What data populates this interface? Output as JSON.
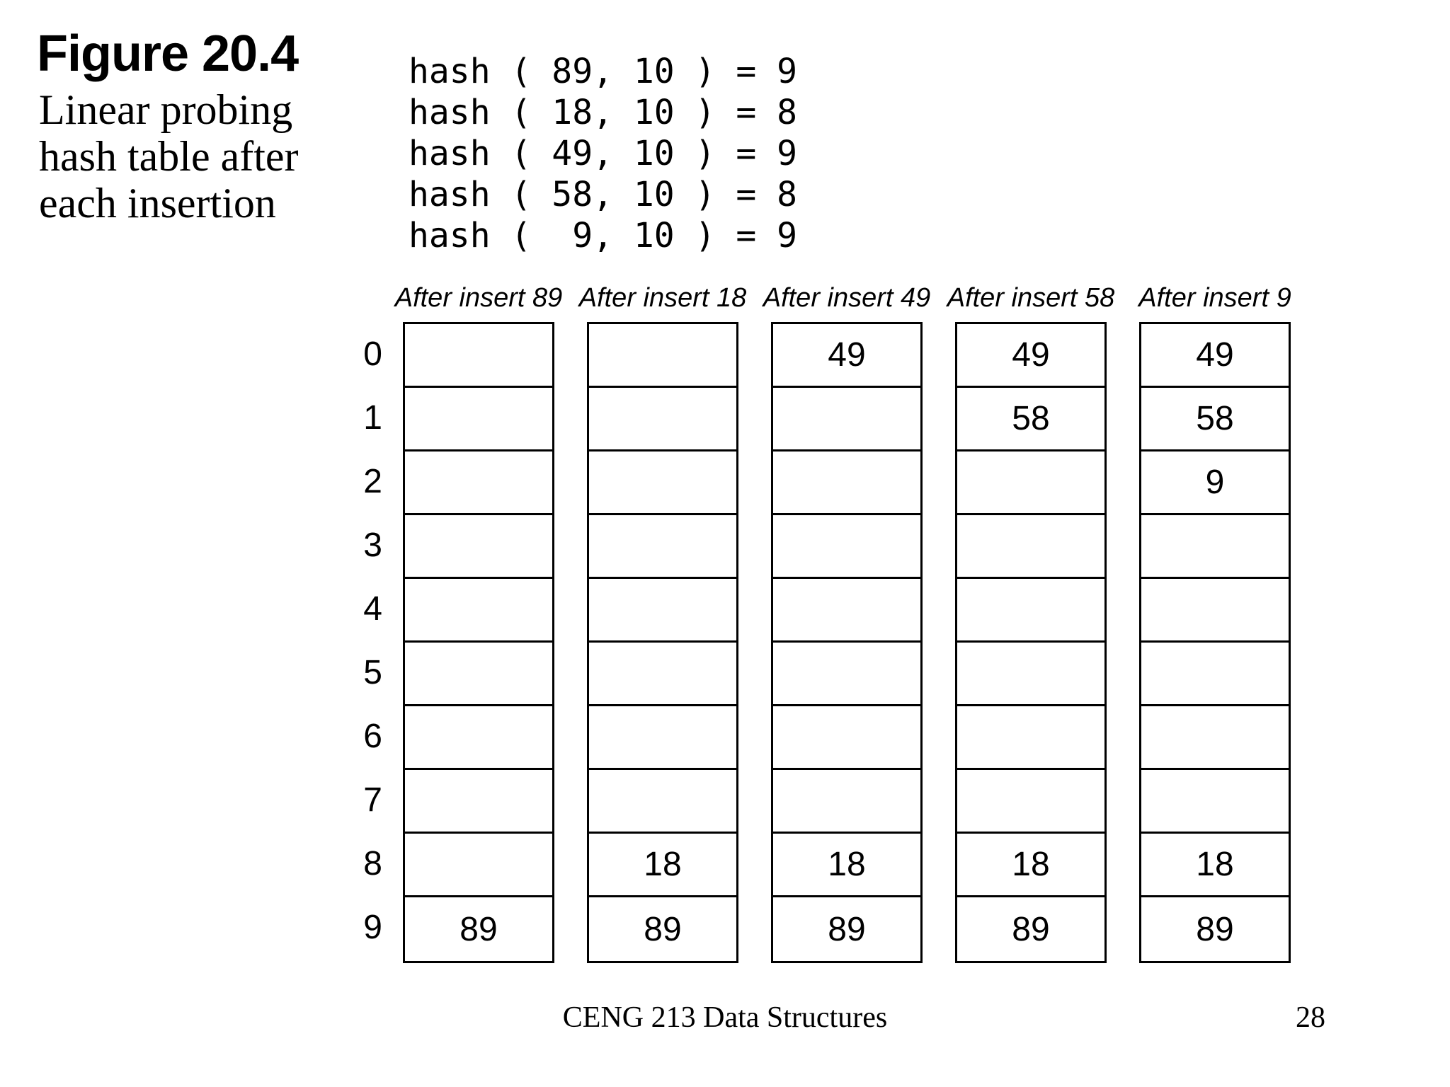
{
  "figure": {
    "title": "Figure 20.4",
    "caption_lines": [
      "Linear probing",
      "hash table after",
      "each insertion"
    ]
  },
  "hash_computations": [
    "hash ( 89, 10 ) = 9",
    "hash ( 18, 10 ) = 8",
    "hash ( 49, 10 ) = 9",
    "hash ( 58, 10 ) = 8",
    "hash (  9, 10 ) = 9"
  ],
  "row_indices": [
    "0",
    "1",
    "2",
    "3",
    "4",
    "5",
    "6",
    "7",
    "8",
    "9"
  ],
  "tables": [
    {
      "header": "After insert 89",
      "cells": [
        "",
        "",
        "",
        "",
        "",
        "",
        "",
        "",
        "",
        "89"
      ]
    },
    {
      "header": "After insert 18",
      "cells": [
        "",
        "",
        "",
        "",
        "",
        "",
        "",
        "",
        "18",
        "89"
      ]
    },
    {
      "header": "After insert 49",
      "cells": [
        "49",
        "",
        "",
        "",
        "",
        "",
        "",
        "",
        "18",
        "89"
      ]
    },
    {
      "header": "After insert 58",
      "cells": [
        "49",
        "58",
        "",
        "",
        "",
        "",
        "",
        "",
        "18",
        "89"
      ]
    },
    {
      "header": "After insert 9",
      "cells": [
        "49",
        "58",
        "9",
        "",
        "",
        "",
        "",
        "",
        "18",
        "89"
      ]
    }
  ],
  "footer": {
    "course": "CENG 213 Data Structures",
    "page": "28"
  },
  "colors": {
    "background": "#ffffff",
    "text": "#000000",
    "table_border": "#000000"
  }
}
